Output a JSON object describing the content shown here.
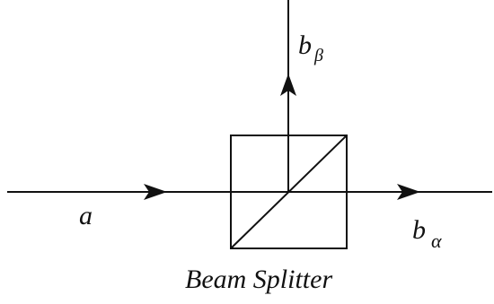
{
  "labels": {
    "input_beam": "a",
    "output_reflected_base": "b",
    "output_reflected_sub": "β",
    "output_transmitted_base": "b",
    "output_transmitted_sub": "α",
    "component": "Beam Splitter"
  },
  "colors": {
    "line": "#111111",
    "background": "#ffffff"
  }
}
